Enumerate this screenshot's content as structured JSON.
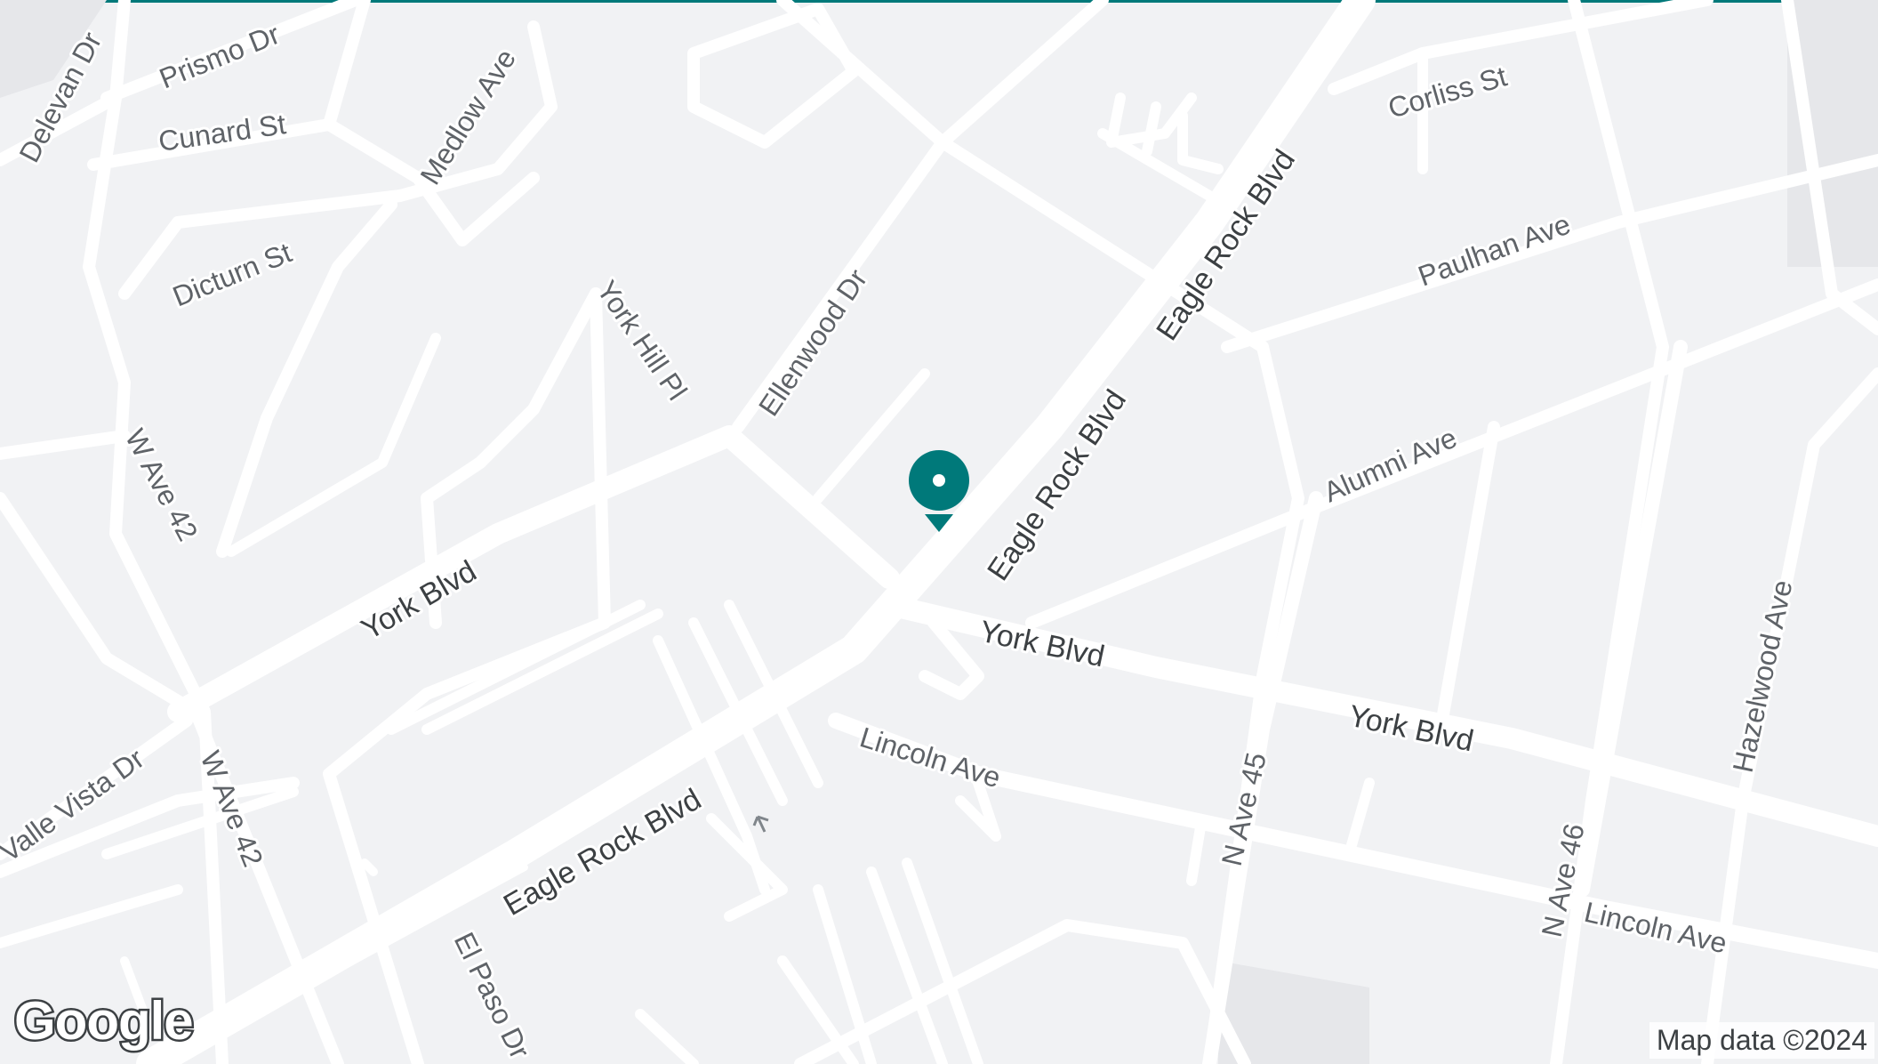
{
  "map": {
    "background_color": "#f1f2f4",
    "road_color": "#ffffff",
    "block_color": "#e6e7ea",
    "label_color": "#5f6368",
    "accent_color": "#00797a"
  },
  "marker": {
    "icon": "map-pin-icon",
    "color": "#00797a"
  },
  "streets": {
    "delevan_dr": "Delevan Dr",
    "prismo_dr": "Prismo Dr",
    "cunard_st": "Cunard St",
    "medlow_ave": "Medlow Ave",
    "dicturn_st": "Dicturn St",
    "york_hill_pl": "York Hill Pl",
    "ellenwood_dr": "Ellenwood Dr",
    "eagle_rock_blvd": "Eagle Rock Blvd",
    "corliss_st": "Corliss St",
    "paulhan_ave": "Paulhan Ave",
    "alumni_ave": "Alumni Ave",
    "w_ave_42": "W Ave 42",
    "york_blvd": "York Blvd",
    "valle_vista_dr": "Valle Vista Dr",
    "lincoln_ave": "Lincoln Ave",
    "n_ave_45": "N Ave 45",
    "n_ave_46": "N Ave 46",
    "hazelwood_ave": "Hazelwood Ave",
    "el_paso_dr": "El Paso Dr"
  },
  "attribution": "Map data ©2024",
  "logo": "Google"
}
